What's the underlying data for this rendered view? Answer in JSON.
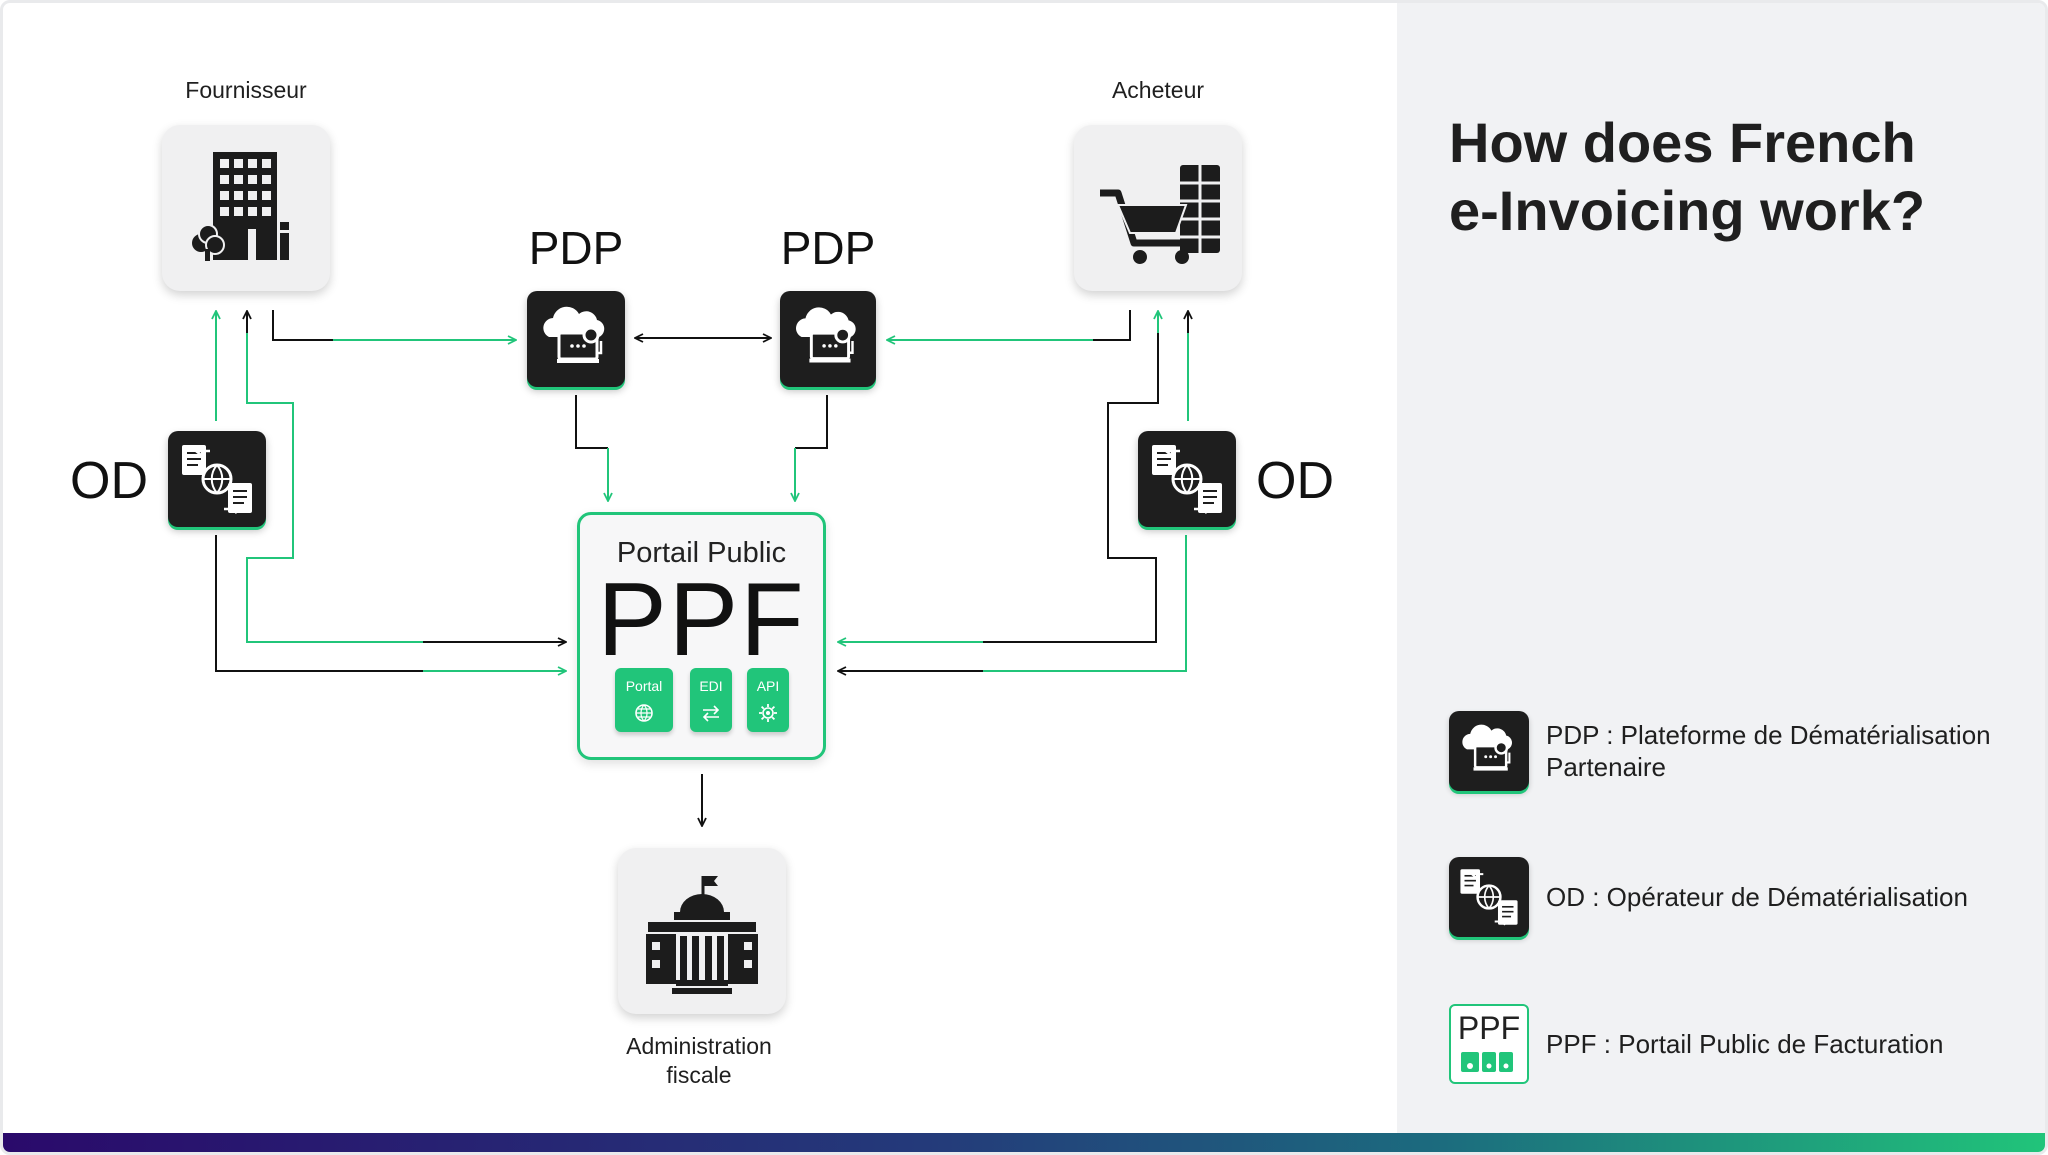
{
  "diagram": {
    "supplier": {
      "label": "Fournisseur",
      "icon": "office-building-icon"
    },
    "buyer": {
      "label": "Acheteur",
      "icon": "shopping-cart-icon"
    },
    "pdp_left": {
      "label": "PDP",
      "icon": "cloud-platform-icon"
    },
    "pdp_right": {
      "label": "PDP",
      "icon": "cloud-platform-icon"
    },
    "od_left": {
      "label": "OD",
      "icon": "document-exchange-icon"
    },
    "od_right": {
      "label": "OD",
      "icon": "document-exchange-icon"
    },
    "ppf": {
      "subtitle": "Portail Public",
      "title": "PPF",
      "chips": [
        {
          "label": "Portal",
          "icon": "globe-icon"
        },
        {
          "label": "EDI",
          "icon": "exchange-arrows-icon"
        },
        {
          "label": "API",
          "icon": "gear-icon"
        }
      ]
    },
    "tax_admin": {
      "label_line1": "Administration",
      "label_line2": "fiscale",
      "icon": "government-building-icon"
    }
  },
  "side": {
    "title_line1": "How does French",
    "title_line2": "e-Invoicing work?",
    "legend": [
      {
        "line1": "PDP : Plateforme de Dématérialisation",
        "line2": "Partenaire",
        "icon": "cloud-platform-icon"
      },
      {
        "line1": "OD : Opérateur de Dématérialisation",
        "line2": "",
        "icon": "document-exchange-icon"
      },
      {
        "line1": "PPF : Portail Public de Facturation",
        "line2": "",
        "icon": "ppf-mini-icon",
        "mini_title": "PPF"
      }
    ]
  },
  "colors": {
    "accent": "#21c57a",
    "dark": "#1e1e1e",
    "panel": "#f1f2f4"
  }
}
